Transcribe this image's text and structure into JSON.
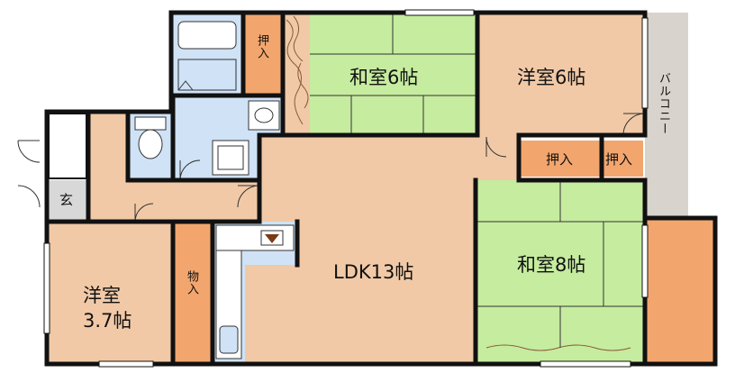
{
  "plan": {
    "colors": {
      "wood": "#f1c9a6",
      "tatami": "#c6ec9f",
      "oshiire": "#f2a66e",
      "wet": "#cfe2f6",
      "balcony": "#d8d3cd",
      "wall": "#111111",
      "white": "#ffffff",
      "genkan": "#d8d8d8"
    },
    "rooms": {
      "washitsu6": "和室6帖",
      "youshitsu6": "洋室6帖",
      "ldk": "LDK13帖",
      "washitsu8": "和室8帖",
      "youshitsu37_line1": "洋室",
      "youshitsu37_line2": "3.7帖",
      "genkan": "玄",
      "balcony": "バルコニー",
      "oshiire_top": "押入",
      "oshiire_mid1": "押入",
      "oshiire_mid2": "押入",
      "monoire": "物入"
    }
  }
}
